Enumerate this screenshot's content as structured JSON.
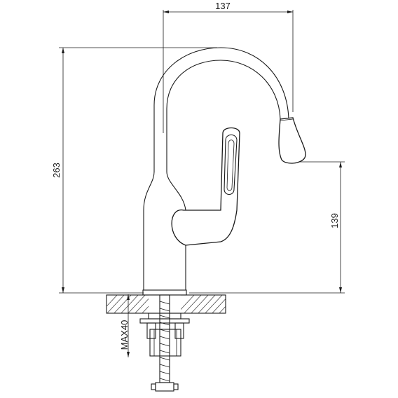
{
  "dimensions": {
    "top_width": "137",
    "total_height": "263",
    "spout_height": "139",
    "max_thickness": "MAX40"
  }
}
